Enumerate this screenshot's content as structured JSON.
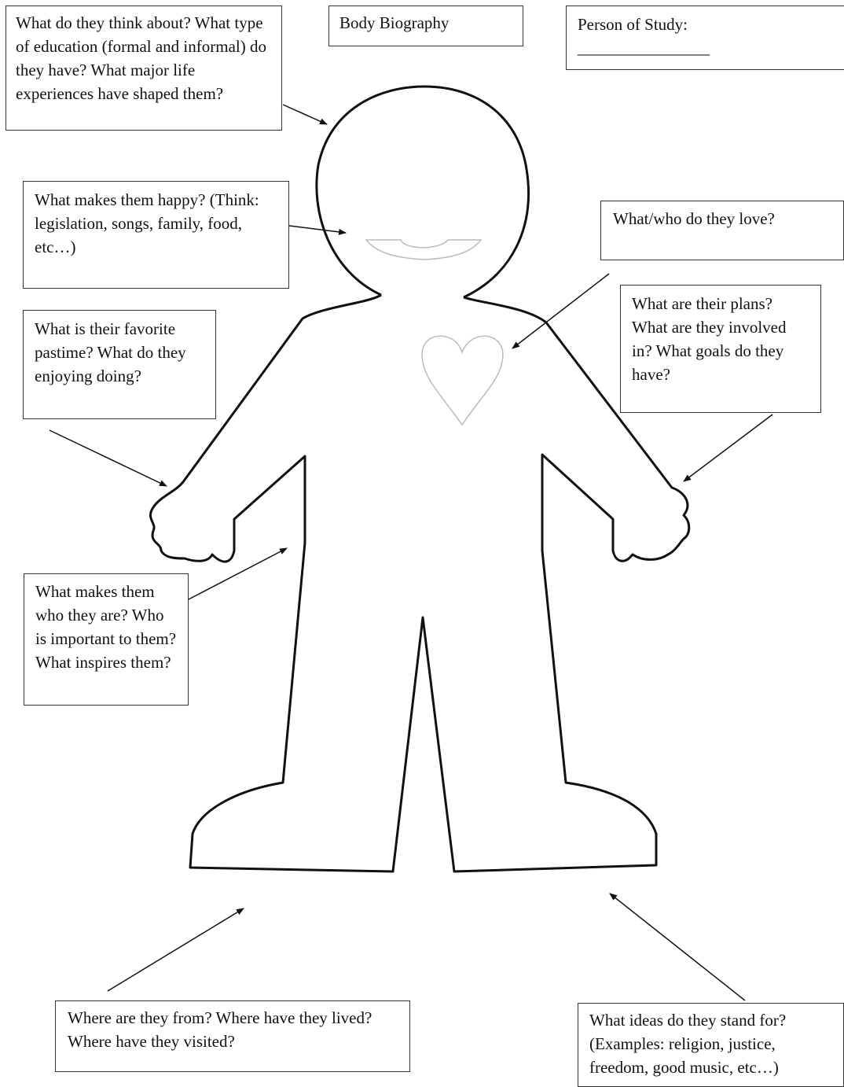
{
  "title": "Body Biography",
  "person": {
    "label": "Person of Study:",
    "blank": "________________"
  },
  "prompts": {
    "mind": "What do they think about? What type of education (formal and informal) do they have? What major life experiences have shaped them?",
    "happy": "What makes them happy? (Think: legislation, songs, family, food, etc…)",
    "love": "What/who do they love?",
    "plans": "What are their plans? What are they involved in? What goals do they have?",
    "pastime": "What is their favorite pastime? What do they enjoying doing?",
    "identity": "What makes them who they are? Who is important to them? What inspires them?",
    "origin": "Where are they from? Where have they lived? Where have they visited?",
    "ideals": "What ideas do they stand for? (Examples: religion, justice, freedom, good music, etc…)"
  }
}
